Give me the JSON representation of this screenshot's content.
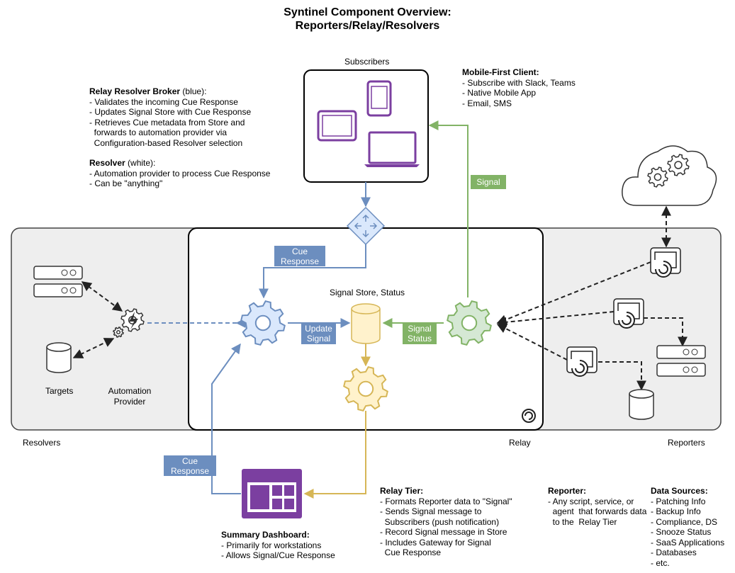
{
  "title_line1": "Syntinel Component Overview:",
  "title_line2": "Reporters/Relay/Resolvers",
  "labels": {
    "subscribers": "Subscribers",
    "signal_store": "Signal Store, Status",
    "resolvers": "Resolvers",
    "relay": "Relay",
    "reporters": "Reporters",
    "targets": "Targets",
    "automation_provider": "Automation\nProvider"
  },
  "tags": {
    "cue_response_top": "Cue\nResponse",
    "update_signal": "Update\nSignal",
    "signal_status": "Signal\nStatus",
    "signal": "Signal",
    "cue_response_bottom": "Cue\nResponse"
  },
  "notes": {
    "broker_title": "Relay Resolver Broker",
    "broker_suffix": " (blue):",
    "broker_items": [
      "- Validates the incoming Cue Response",
      "- Updates Signal Store with Cue Response",
      "- Retrieves Cue metadata from Store and",
      "  forwards to automation provider via",
      "  Configuration-based Resolver selection"
    ],
    "resolver_title": "Resolver",
    "resolver_suffix": " (white):",
    "resolver_items": [
      "- Automation provider to process Cue Response",
      "- Can be \"anything\""
    ],
    "mobile_title": "Mobile-First Client:",
    "mobile_items": [
      "- Subscribe with Slack, Teams",
      "- Native Mobile App",
      "- Email, SMS"
    ],
    "dashboard_title": "Summary Dashboard:",
    "dashboard_items": [
      "- Primarily for workstations",
      "- Allows Signal/Cue Response"
    ],
    "relay_tier_title": "Relay Tier:",
    "relay_tier_items": [
      "- Formats Reporter data to \"Signal\"",
      "- Sends Signal message to",
      "  Subscribers (push notification)",
      "- Record Signal message in Store",
      "- Includes Gateway for Signal",
      "  Cue Response"
    ],
    "reporter_title": "Reporter:",
    "reporter_items": [
      "- Any script, service, or",
      "  agent  that forwards data",
      "  to the  Relay Tier"
    ],
    "data_sources_title": "Data Sources:",
    "data_sources_items": [
      "- Patching Info",
      "- Backup Info",
      "- Compliance, DS",
      "- Snooze Status",
      "- SaaS Applications",
      "- Databases",
      "- etc."
    ]
  },
  "colors": {
    "blue_stroke": "#6c8ebf",
    "blue_fill": "#dae8fc",
    "green_stroke": "#82b366",
    "green_fill": "#d5e8d4",
    "yellow_stroke": "#d6b656",
    "yellow_fill": "#fff2cc",
    "purple": "#7b3fa0",
    "panel_fill": "#eeeeee"
  }
}
